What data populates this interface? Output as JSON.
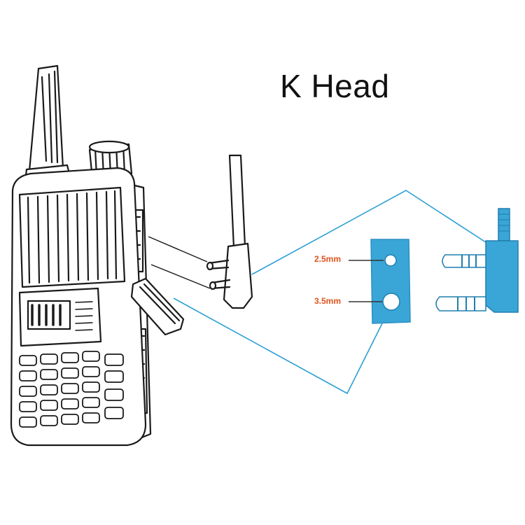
{
  "title": "K Head",
  "labels": {
    "small_pin": "2.5mm",
    "large_pin": "3.5mm"
  },
  "colors": {
    "accent": "#2b9fd4",
    "connector_fill": "#3aa6d8",
    "label": "#e0531c",
    "line": "#1a1a1a"
  },
  "icons": [
    "walkie-talkie-icon",
    "plug-icon",
    "k-connector-icon"
  ]
}
